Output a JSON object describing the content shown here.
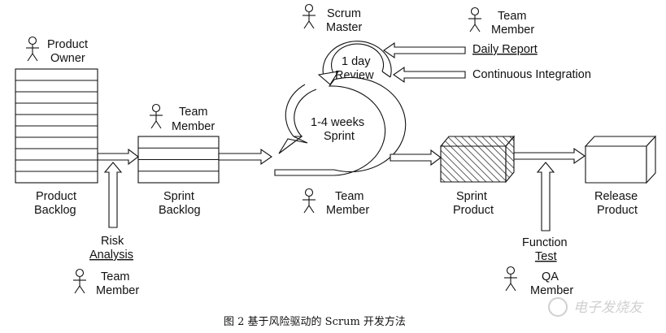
{
  "roles": {
    "product_owner": [
      "Product",
      "Owner"
    ],
    "scrum_master": [
      "Scrum",
      "Master"
    ],
    "team_member_top": [
      "Team",
      "Member"
    ],
    "team_member_sprint_backlog": [
      "Team",
      "Member"
    ],
    "team_member_sprint": [
      "Team",
      "Member"
    ],
    "team_member_bottom": [
      "Team",
      "Member"
    ],
    "qa_member": [
      "QA",
      "Member"
    ]
  },
  "artifacts": {
    "product_backlog": [
      "Product",
      "Backlog"
    ],
    "sprint_backlog": [
      "Sprint",
      "Backlog"
    ],
    "sprint_product": [
      "Sprint",
      "Product"
    ],
    "release_product": [
      "Release",
      "Product"
    ]
  },
  "inputs": {
    "risk_analysis": [
      "Risk",
      "Analysis"
    ],
    "function_test": [
      "Function",
      "Test"
    ],
    "daily_report": "Daily Report",
    "continuous_integration": "Continuous Integration"
  },
  "cycles": {
    "review": [
      "1 day",
      "Review"
    ],
    "sprint": [
      "1-4 weeks",
      "Sprint"
    ]
  },
  "caption": "图 2   基于风险驱动的 Scrum 开发方法",
  "watermark": "电子发烧友"
}
